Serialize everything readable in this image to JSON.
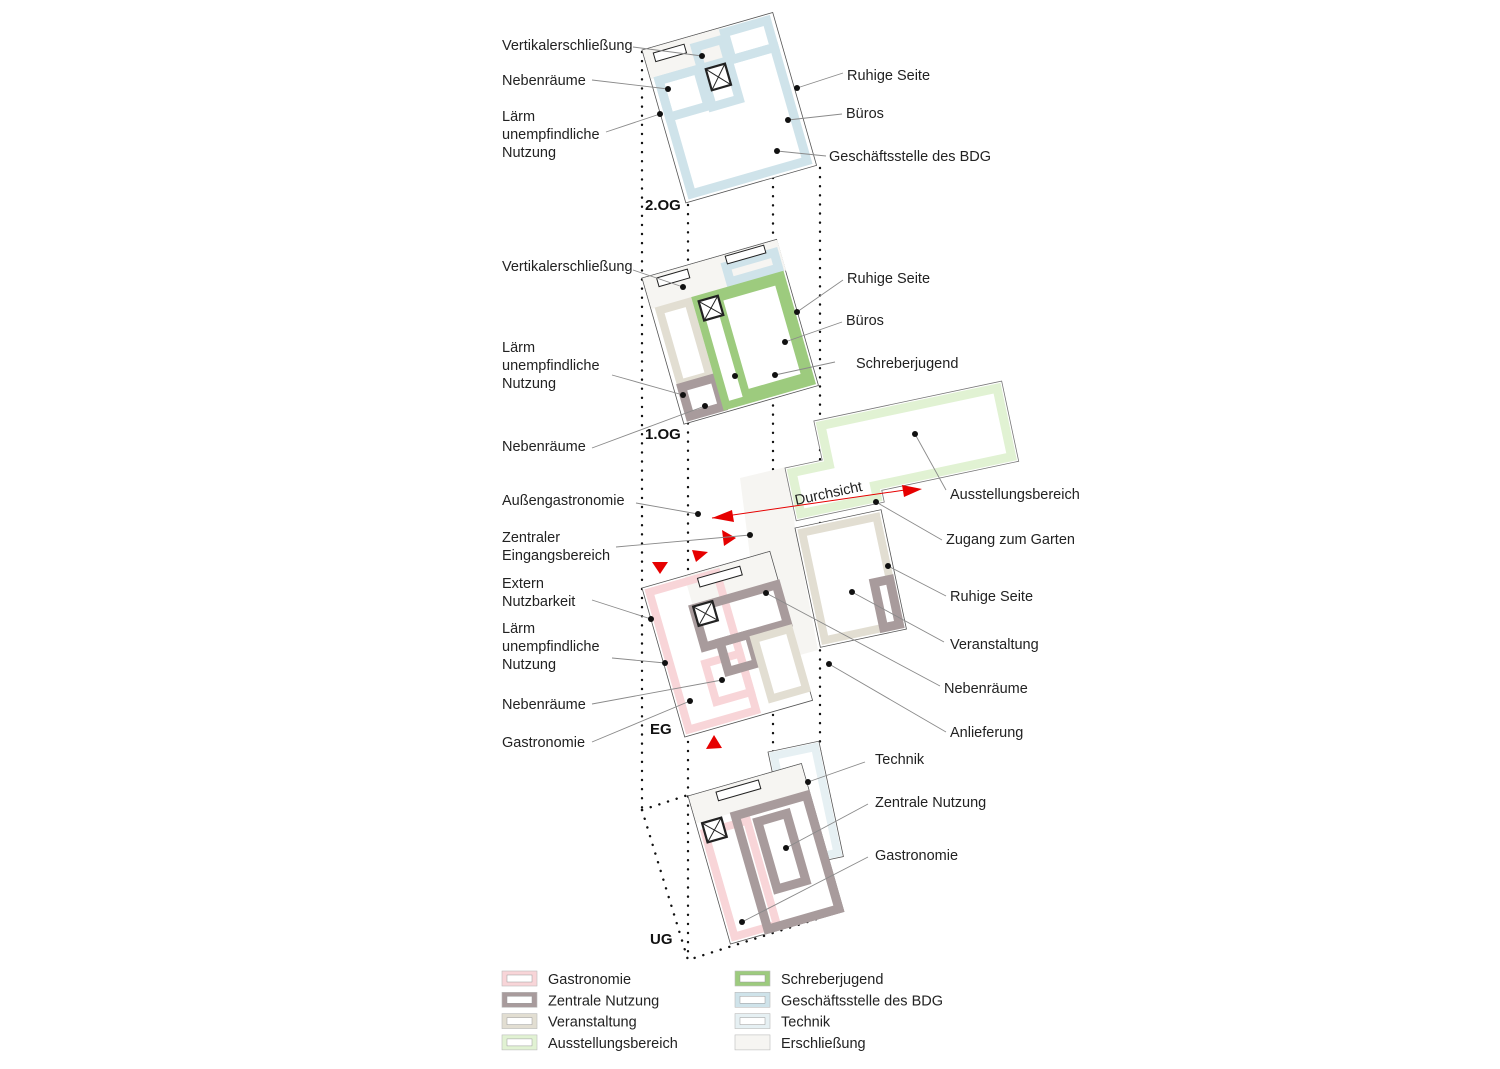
{
  "floors": {
    "og2": {
      "name": "2.OG",
      "left": [
        "Vertikalerschließung",
        "Nebenräume",
        "Lärm",
        "unempfindliche",
        "Nutzung"
      ],
      "right": [
        "Ruhige Seite",
        "Büros",
        "Geschäftsstelle des BDG"
      ]
    },
    "og1": {
      "name": "1.OG",
      "left": [
        "Vertikalerschließung",
        "Lärm",
        "unempfindliche",
        "Nutzung",
        "Nebenräume"
      ],
      "right": [
        "Ruhige Seite",
        "Büros",
        "Schreberjugend"
      ]
    },
    "eg": {
      "name": "EG",
      "left": [
        "Außengastronomie",
        "Zentraler",
        "Eingangsbereich",
        "Extern",
        "Nutzbarkeit",
        "Lärm",
        "unempfindliche",
        "Nutzung",
        "Nebenräume",
        "Gastronomie"
      ],
      "right": [
        "Ausstellungsbereich",
        "Zugang zum Garten",
        "Ruhige Seite",
        "Veranstaltung",
        "Nebenräume",
        "Anlieferung"
      ],
      "arrow_label": "Durchsicht"
    },
    "ug": {
      "name": "UG",
      "right": [
        "Technik",
        "Zentrale Nutzung",
        "Gastronomie"
      ]
    }
  },
  "legend": [
    {
      "label": "Gastronomie",
      "color": "#f8d5d8"
    },
    {
      "label": "Zentrale Nutzung",
      "color": "#a89b9c"
    },
    {
      "label": "Veranstaltung",
      "color": "#e2ded2"
    },
    {
      "label": "Ausstellungsbereich",
      "color": "#e1f2d3"
    },
    {
      "label": "Schreberjugend",
      "color": "#9dcb7e"
    },
    {
      "label": "Geschäftsstelle des BDG",
      "color": "#cfe3ea"
    },
    {
      "label": "Technik",
      "color": "#e6f0f3"
    },
    {
      "label": "Erschließung",
      "color": "#f6f5f2"
    }
  ]
}
